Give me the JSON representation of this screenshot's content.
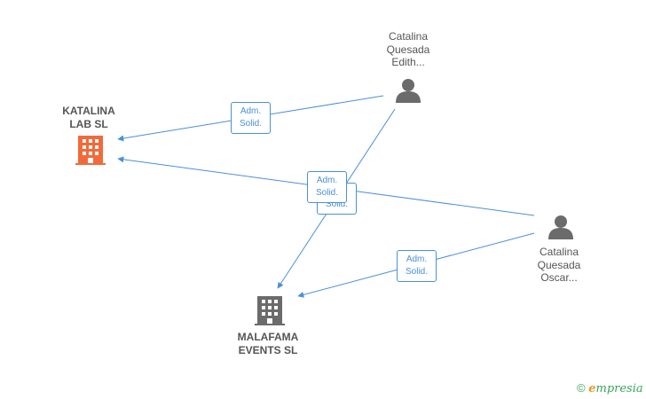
{
  "nodes": {
    "katalina": {
      "line1": "KATALINA",
      "line2": "LAB  SL",
      "icon": "building-icon",
      "color": "#f26a3a"
    },
    "malafama": {
      "line1": "MALAFAMA",
      "line2": "EVENTS  SL",
      "icon": "building-icon",
      "color": "#6b6b6b"
    },
    "person_edith": {
      "line1": "Catalina",
      "line2": "Quesada",
      "line3": "Edith...",
      "icon": "person-icon"
    },
    "person_oscar": {
      "line1": "Catalina",
      "line2": "Quesada",
      "line3": "Oscar...",
      "icon": "person-icon"
    }
  },
  "edges": [
    {
      "line1": "Adm.",
      "line2": "Solid."
    },
    {
      "line1": "Adm.",
      "line2": "Solid."
    },
    {
      "line1": "Adm.",
      "line2": "Solid."
    },
    {
      "line1": "Adm.",
      "line2": "Solid."
    }
  ],
  "colors": {
    "edge": "#4a90d9",
    "person": "#6b6b6b"
  },
  "footer": {
    "copyright_symbol": "©",
    "brand_first": "e",
    "brand_rest": "mpresia"
  }
}
